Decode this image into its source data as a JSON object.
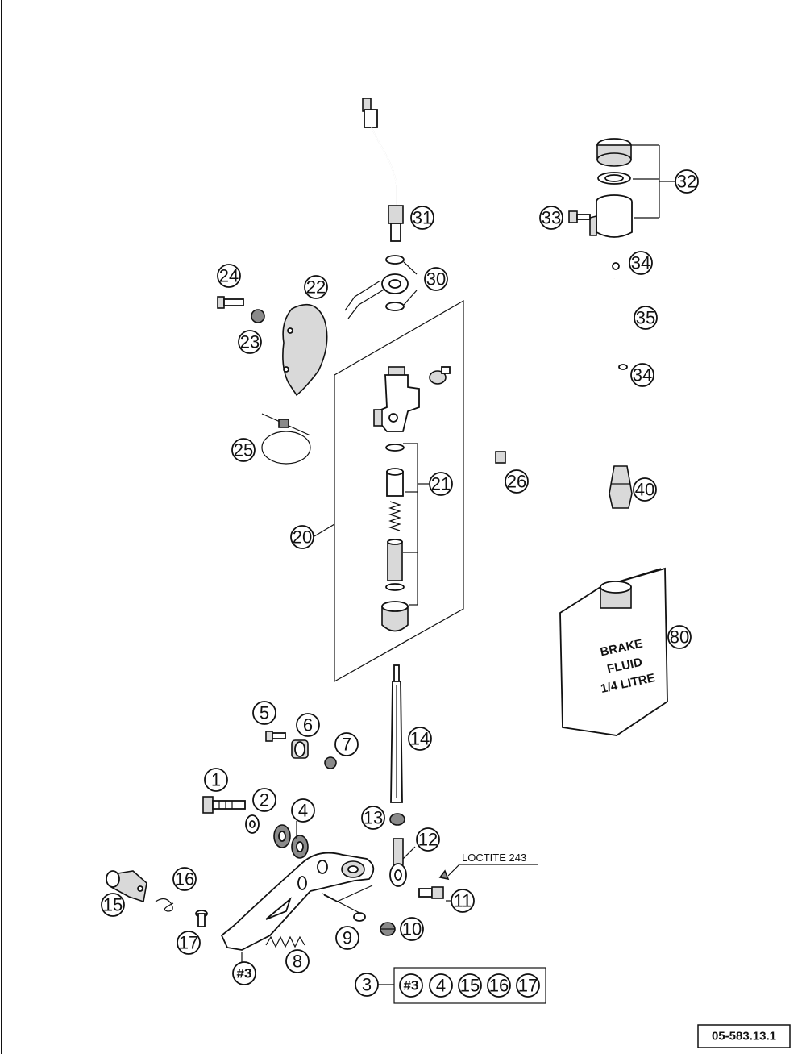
{
  "callouts": [
    {
      "id": "c1",
      "label": "1"
    },
    {
      "id": "c2",
      "label": "2"
    },
    {
      "id": "c3",
      "label": "3"
    },
    {
      "id": "c4",
      "label": "4"
    },
    {
      "id": "c5",
      "label": "5"
    },
    {
      "id": "c6",
      "label": "6"
    },
    {
      "id": "c7",
      "label": "7"
    },
    {
      "id": "c8",
      "label": "8"
    },
    {
      "id": "c9",
      "label": "9"
    },
    {
      "id": "c10",
      "label": "10"
    },
    {
      "id": "c11",
      "label": "11"
    },
    {
      "id": "c12",
      "label": "12"
    },
    {
      "id": "c13",
      "label": "13"
    },
    {
      "id": "c14",
      "label": "14"
    },
    {
      "id": "c15",
      "label": "15"
    },
    {
      "id": "c16",
      "label": "16"
    },
    {
      "id": "c17",
      "label": "17"
    },
    {
      "id": "c20",
      "label": "20"
    },
    {
      "id": "c21",
      "label": "21"
    },
    {
      "id": "c22",
      "label": "22"
    },
    {
      "id": "c23",
      "label": "23"
    },
    {
      "id": "c24",
      "label": "24"
    },
    {
      "id": "c25",
      "label": "25"
    },
    {
      "id": "c26",
      "label": "26"
    },
    {
      "id": "c30",
      "label": "30"
    },
    {
      "id": "c31",
      "label": "31"
    },
    {
      "id": "c32",
      "label": "32"
    },
    {
      "id": "c33",
      "label": "33"
    },
    {
      "id": "c34a",
      "label": "34"
    },
    {
      "id": "c34b",
      "label": "34"
    },
    {
      "id": "c35",
      "label": "35"
    },
    {
      "id": "c40",
      "label": "40"
    },
    {
      "id": "c80",
      "label": "80"
    },
    {
      "id": "cH3",
      "label": "#3"
    }
  ],
  "kit": {
    "label": "3",
    "items": [
      "#3",
      "4",
      "15",
      "16",
      "17"
    ]
  },
  "notes": {
    "loctite": "LOCTITE 243"
  },
  "container": {
    "line1": "BRAKE",
    "line2": "FLUID",
    "line3": "1/4 LITRE"
  },
  "reference_number": "05-583.13.1"
}
